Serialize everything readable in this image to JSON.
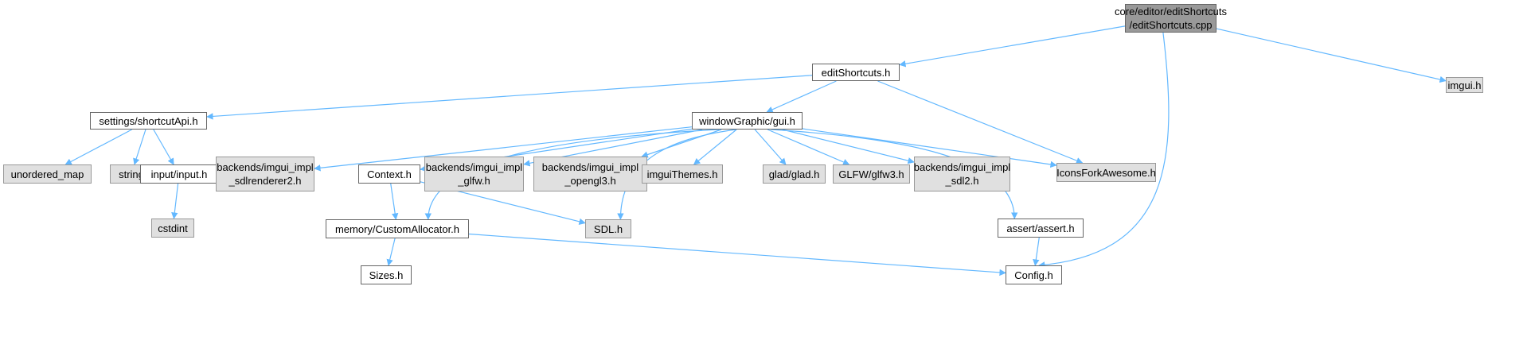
{
  "diagram": {
    "type": "include-dependency-graph",
    "colors": {
      "edge": "#63b8ff",
      "root_fill": "#999999",
      "external_fill": "#e0e0e0",
      "file_fill": "#ffffff"
    },
    "nodes": [
      {
        "id": "root",
        "label": "core/editor/editShortcuts\n/editShortcuts.cpp",
        "kind": "root"
      },
      {
        "id": "imgui",
        "label": "imgui.h",
        "kind": "ext"
      },
      {
        "id": "editShortcuts",
        "label": "editShortcuts.h",
        "kind": "normal"
      },
      {
        "id": "shortcutApi",
        "label": "settings/shortcutApi.h",
        "kind": "normal"
      },
      {
        "id": "gui",
        "label": "windowGraphic/gui.h",
        "kind": "normal"
      },
      {
        "id": "unordered_map",
        "label": "unordered_map",
        "kind": "ext"
      },
      {
        "id": "string",
        "label": "string",
        "kind": "ext"
      },
      {
        "id": "input",
        "label": "input/input.h",
        "kind": "normal"
      },
      {
        "id": "cstdint",
        "label": "cstdint",
        "kind": "ext"
      },
      {
        "id": "sdlrenderer2",
        "label": "backends/imgui_impl\n_sdlrenderer2.h",
        "kind": "ext"
      },
      {
        "id": "context",
        "label": "Context.h",
        "kind": "normal"
      },
      {
        "id": "glfw_impl",
        "label": "backends/imgui_impl\n_glfw.h",
        "kind": "ext"
      },
      {
        "id": "opengl3",
        "label": "backends/imgui_impl\n_opengl3.h",
        "kind": "ext"
      },
      {
        "id": "imguiThemes",
        "label": "imguiThemes.h",
        "kind": "ext"
      },
      {
        "id": "glad",
        "label": "glad/glad.h",
        "kind": "ext"
      },
      {
        "id": "glfw3",
        "label": "GLFW/glfw3.h",
        "kind": "ext"
      },
      {
        "id": "sdl2_impl",
        "label": "backends/imgui_impl\n_sdl2.h",
        "kind": "ext"
      },
      {
        "id": "iconsFA",
        "label": "IconsForkAwesome.h",
        "kind": "ext"
      },
      {
        "id": "customAllocator",
        "label": "memory/CustomAllocator.h",
        "kind": "normal"
      },
      {
        "id": "sdl",
        "label": "SDL.h",
        "kind": "ext"
      },
      {
        "id": "assert",
        "label": "assert/assert.h",
        "kind": "normal"
      },
      {
        "id": "sizes",
        "label": "Sizes.h",
        "kind": "normal"
      },
      {
        "id": "config",
        "label": "Config.h",
        "kind": "normal"
      }
    ],
    "edges": [
      [
        "root",
        "editShortcuts"
      ],
      [
        "root",
        "imgui"
      ],
      [
        "root",
        "config"
      ],
      [
        "editShortcuts",
        "shortcutApi"
      ],
      [
        "editShortcuts",
        "gui"
      ],
      [
        "editShortcuts",
        "iconsFA"
      ],
      [
        "shortcutApi",
        "unordered_map"
      ],
      [
        "shortcutApi",
        "string"
      ],
      [
        "shortcutApi",
        "input"
      ],
      [
        "input",
        "cstdint"
      ],
      [
        "gui",
        "sdlrenderer2"
      ],
      [
        "gui",
        "context"
      ],
      [
        "gui",
        "glfw_impl"
      ],
      [
        "gui",
        "opengl3"
      ],
      [
        "gui",
        "imguiThemes"
      ],
      [
        "gui",
        "glad"
      ],
      [
        "gui",
        "glfw3"
      ],
      [
        "gui",
        "sdl2_impl"
      ],
      [
        "gui",
        "iconsFA"
      ],
      [
        "gui",
        "customAllocator"
      ],
      [
        "gui",
        "sdl"
      ],
      [
        "gui",
        "assert"
      ],
      [
        "context",
        "customAllocator"
      ],
      [
        "context",
        "sdl"
      ],
      [
        "customAllocator",
        "sizes"
      ],
      [
        "customAllocator",
        "config"
      ],
      [
        "assert",
        "config"
      ]
    ]
  }
}
